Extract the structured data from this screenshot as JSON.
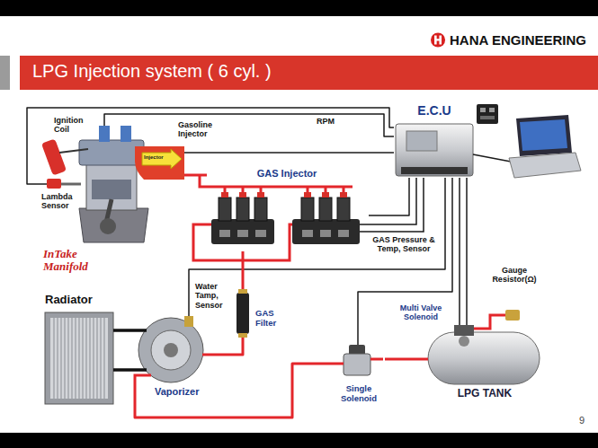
{
  "diagram": {
    "title": "LPG Injection system ( 6 cyl. )",
    "nodes": [
      {
        "text": [
          "E.C.U"
        ]
      },
      {
        "text": [
          "GAS Injector"
        ]
      },
      {
        "text": [
          "InTake Manifold"
        ]
      },
      {
        "text": [
          "Radiator"
        ]
      },
      {
        "text": [
          "GAS Filter"
        ]
      },
      {
        "text": [
          "Vaporizer"
        ]
      },
      {
        "text": [
          "Single Solenoid"
        ]
      },
      {
        "text": [
          "LPG TANK"
        ]
      }
    ],
    "edges": [
      {
        "from": 0,
        "to": 2,
        "label": "RPM",
        "arrow": "none"
      },
      {
        "from": 0,
        "to": 2,
        "arrow": "none"
      },
      {
        "from": 0,
        "to": 2,
        "arrow": "none"
      },
      {
        "from": 0,
        "to": 1,
        "arrow": "none"
      },
      {
        "from": 0,
        "to": 5,
        "arrow": "none"
      },
      {
        "from": 0,
        "to": 6,
        "arrow": "none"
      },
      {
        "from": 0,
        "to": 7,
        "arrow": "none"
      },
      {
        "from": 0,
        "to": 7,
        "arrow": "none"
      },
      {
        "from": 7,
        "to": 6,
        "arrow": "none"
      },
      {
        "from": 6,
        "to": 5,
        "arrow": "none"
      },
      {
        "from": 5,
        "to": 4,
        "arrow": "none"
      },
      {
        "from": 4,
        "to": 1,
        "arrow": "none"
      },
      {
        "from": 1,
        "to": 2,
        "arrow": "none"
      },
      {
        "from": 3,
        "to": 5,
        "arrow": "none"
      },
      {
        "from": 3,
        "to": 5,
        "arrow": "none"
      }
    ],
    "labels": [
      "HANA ENGINEERING",
      "Ignition Coil",
      "Gasoline Injector",
      "Injector",
      "Lambda Sensor",
      "GAS Pressure & Temp, Sensor",
      "Gauge Resistor(Ω)",
      "Water Tamp, Sensor",
      "Multi Valve Solenoid",
      "9"
    ]
  }
}
